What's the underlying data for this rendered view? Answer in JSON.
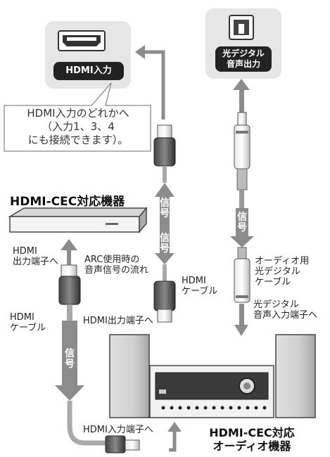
{
  "hdmi_input_port": {
    "label": "HDMI入力"
  },
  "optical_output_port": {
    "label_line1": "光デジタル",
    "label_line2": "音声出力"
  },
  "callout": {
    "line1": "HDMI入力のどれかへ",
    "line2": "（入力1、3、4",
    "line3": "にも接続できます）。"
  },
  "cec_device": {
    "title": "HDMI-CEC対応機器"
  },
  "audio_device": {
    "title_line1": "HDMI-CEC対応",
    "title_line2": "オーディオ機器"
  },
  "signal_label": {
    "char1": "信",
    "char2": "号"
  },
  "labels": {
    "hdmi_out_port_line1": "HDMI",
    "hdmi_out_port_line2": "出力端子へ",
    "arc_line1": "ARC使用時の",
    "arc_line2": "音声信号の流れ",
    "hdmi_cable_right_line1": "HDMI",
    "hdmi_cable_right_line2": "ケーブル",
    "hdmi_out_terminal": "HDMI出力端子へ",
    "hdmi_cable_left_line1": "HDMI",
    "hdmi_cable_left_line2": "ケーブル",
    "hdmi_in_terminal": "HDMI入力端子へ",
    "optical_cable_line1": "オーディオ用",
    "optical_cable_line2": "光デジタル",
    "optical_cable_line3": "ケーブル",
    "optical_in_terminal_line1": "光デジタル",
    "optical_in_terminal_line2": "音声入力端子へ"
  },
  "colors": {
    "arrow": "#8c8c8c",
    "cable": "#999999",
    "panel": "#e6e6e6",
    "label_bg": "#222222"
  }
}
